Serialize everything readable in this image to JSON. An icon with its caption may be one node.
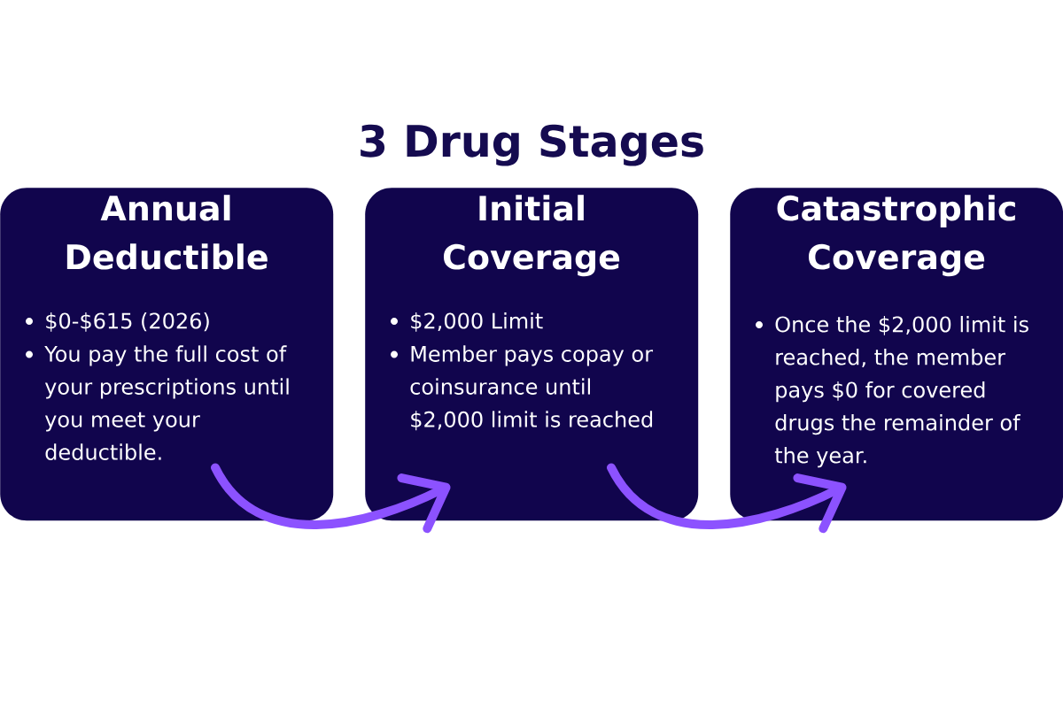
{
  "diagram": {
    "title": "3 Drug Stages",
    "nodes": [
      {
        "text": [
          "Annual Deductible",
          "$0-$615 (2026)",
          "You pay the full cost of your prescriptions until you meet your deductible."
        ]
      },
      {
        "text": [
          "Initial Coverage",
          "$2,000 Limit",
          "Member pays copay or coinsurance until $2,000 limit is reached"
        ]
      },
      {
        "text": [
          "Catastrophic Coverage",
          "Once the $2,000 limit is reached, the member pays $0 for covered drugs the remainder of the year."
        ]
      }
    ],
    "edges": [
      {
        "from": 0,
        "to": 1,
        "arrow": "to"
      },
      {
        "from": 1,
        "to": 2,
        "arrow": "to"
      }
    ]
  }
}
